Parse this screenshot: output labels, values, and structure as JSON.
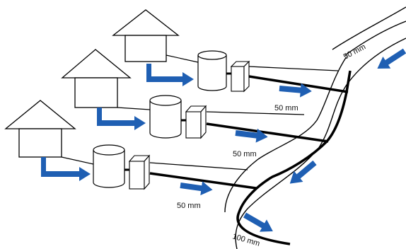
{
  "labels": {
    "river_top": "50 mm",
    "pipe_1": "50 mm",
    "pipe_2": "50 mm",
    "pipe_3": "50 mm",
    "river_bottom": "100 mm"
  },
  "colors": {
    "arrow": "#1f5fb3",
    "line": "#000000",
    "fill": "#ffffff"
  },
  "icons": [
    "house-icon",
    "tank-icon",
    "filter-box-icon",
    "flow-arrow-icon"
  ]
}
